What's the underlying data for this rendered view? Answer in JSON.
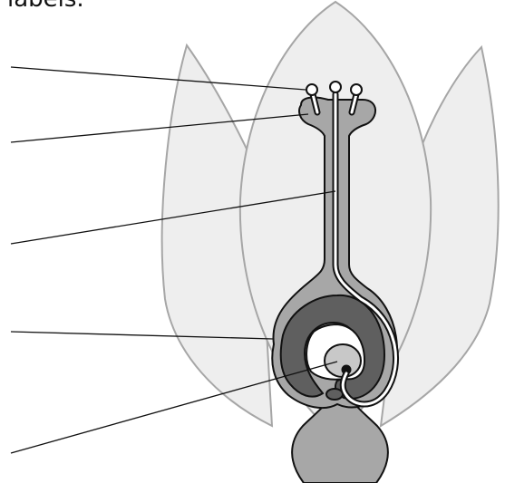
{
  "caption": "labels.",
  "colors": {
    "petal_fill": "#eeeeee",
    "petal_stroke": "#a6a6a6",
    "pistil_fill": "#a7a7a7",
    "ovary_wall_fill": "#5f5f5f",
    "cavity_fill": "#ffffff",
    "ovule_fill": "#c8c8c8",
    "outline": "#111111"
  },
  "leader_lines": [
    {
      "target": "pollen-grains"
    },
    {
      "target": "stigma"
    },
    {
      "target": "pollen-tube"
    },
    {
      "target": "ovary"
    },
    {
      "target": "ovule"
    }
  ]
}
